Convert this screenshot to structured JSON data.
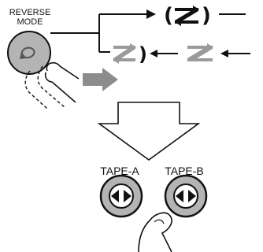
{
  "reverse_mode": {
    "label_line1": "REVERSE",
    "label_line2": "MODE"
  },
  "tape_a": {
    "label": "TAPE-A"
  },
  "tape_b": {
    "label": "TAPE-B"
  },
  "colors": {
    "button_fill": "#b4b4b4",
    "outline": "#111111",
    "grey_symbol": "#9a9a9a",
    "arrow_fill": "#8c8c8c"
  }
}
